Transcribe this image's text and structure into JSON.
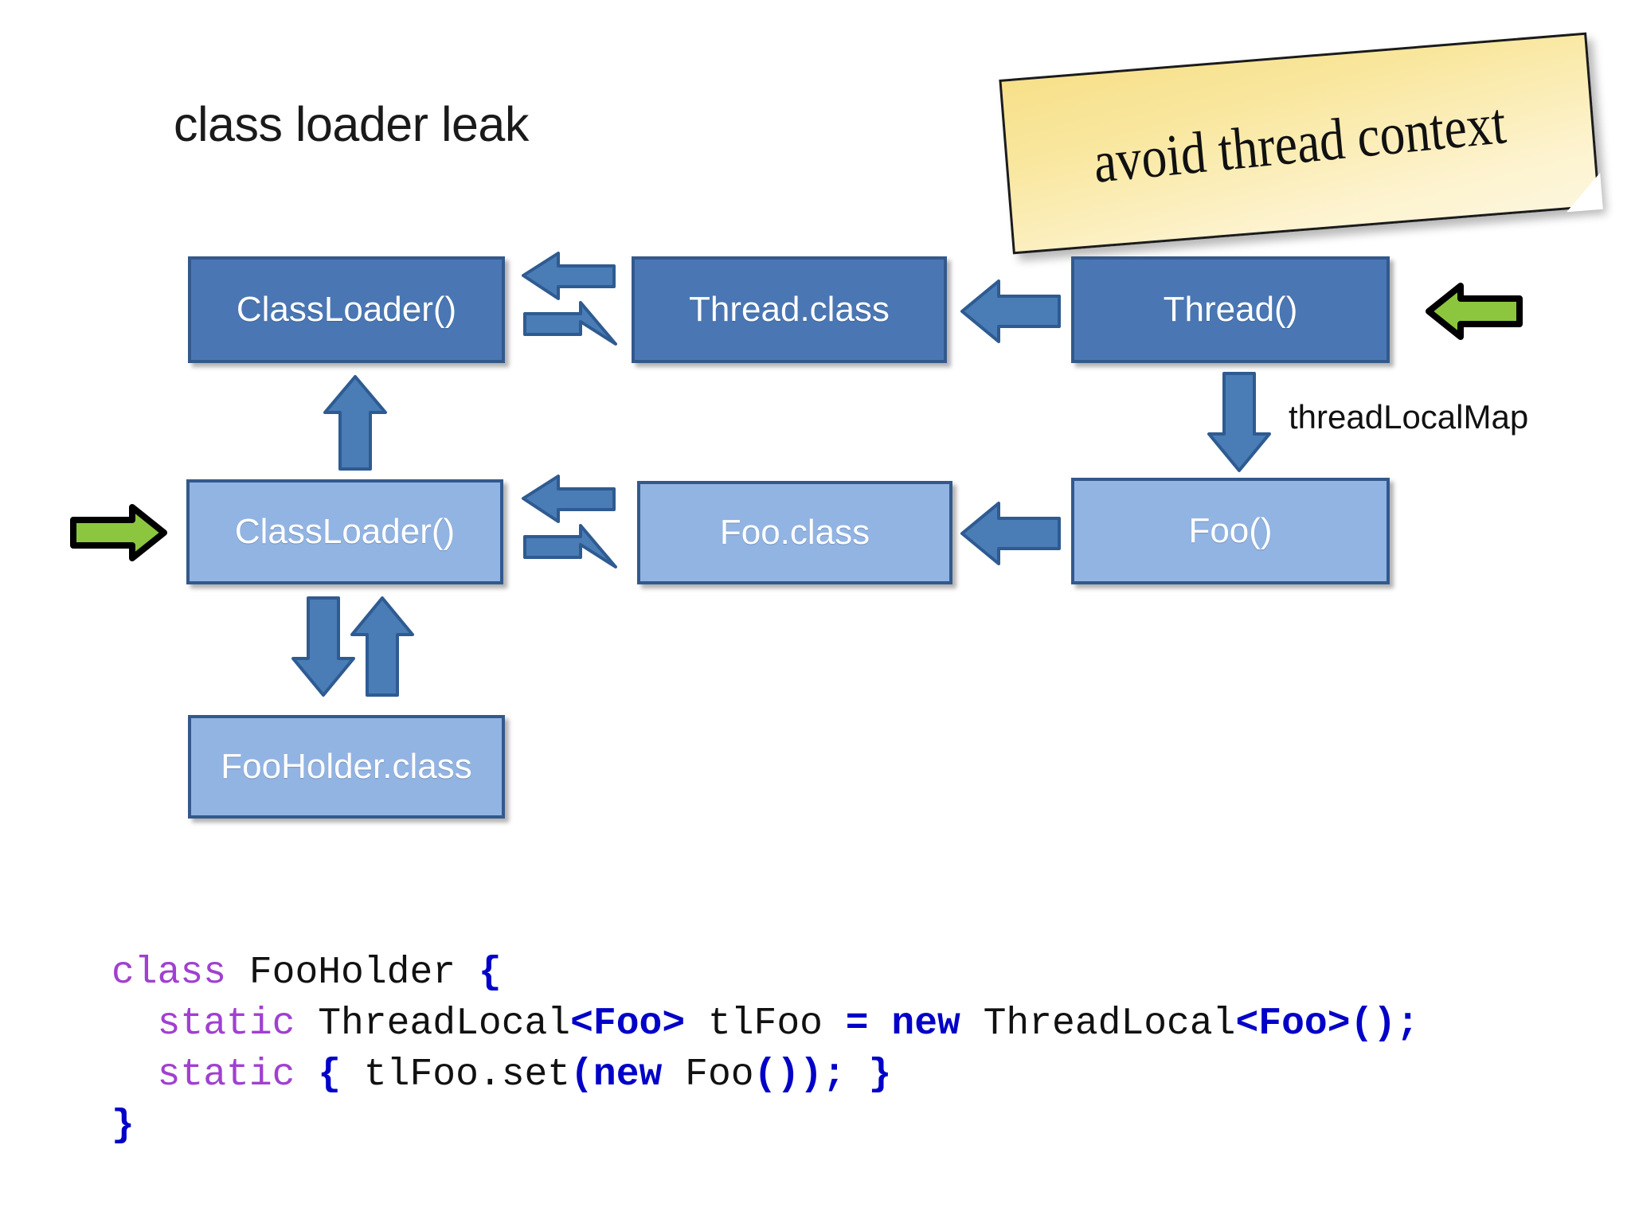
{
  "slide": {
    "title": "class loader leak",
    "sticky_note": "avoid thread context",
    "label_threadlocalmap": "threadLocalMap"
  },
  "colors": {
    "box_dark": "#4a77b4",
    "box_light": "#92b4e3",
    "box_border": "#33598c",
    "arrow_blue": "#4a7cb5",
    "arrow_blue_border": "#2e5b91",
    "arrow_green": "#8cc63f",
    "arrow_green_border": "#000000",
    "sticky_bg": "#f9e79f",
    "keyword": "#a040d0",
    "operator": "#0000c8",
    "text": "#111111"
  },
  "diagram": {
    "boxes": [
      {
        "id": "classloader-top",
        "label": "ClassLoader()",
        "tone": "dark"
      },
      {
        "id": "thread-class",
        "label": "Thread.class",
        "tone": "dark"
      },
      {
        "id": "thread-instance",
        "label": "Thread()",
        "tone": "dark"
      },
      {
        "id": "classloader-bottom",
        "label": "ClassLoader()",
        "tone": "light"
      },
      {
        "id": "foo-class",
        "label": "Foo.class",
        "tone": "light"
      },
      {
        "id": "foo-instance",
        "label": "Foo()",
        "tone": "light"
      },
      {
        "id": "fooholder-class",
        "label": "FooHolder.class",
        "tone": "light"
      }
    ],
    "arrows": [
      {
        "id": "cl-top-to-threadclass",
        "direction": "bidirectional-horizontal",
        "color": "blue"
      },
      {
        "id": "threadclass-from-thread",
        "direction": "left",
        "color": "blue"
      },
      {
        "id": "green-into-thread",
        "direction": "left",
        "color": "green"
      },
      {
        "id": "thread-to-foo",
        "direction": "down",
        "color": "blue",
        "label": "threadLocalMap"
      },
      {
        "id": "cl-bottom-to-cl-top",
        "direction": "up",
        "color": "blue"
      },
      {
        "id": "cl-bottom-to-fooclass",
        "direction": "bidirectional-horizontal",
        "color": "blue"
      },
      {
        "id": "fooclass-from-foo",
        "direction": "left",
        "color": "blue"
      },
      {
        "id": "green-into-classloader",
        "direction": "right",
        "color": "green"
      },
      {
        "id": "cl-bottom-to-fooholder",
        "direction": "bidirectional-vertical",
        "color": "blue"
      }
    ]
  },
  "code": {
    "lines": [
      [
        {
          "t": "class ",
          "c": "kw"
        },
        {
          "t": "FooHolder ",
          "c": "pl"
        },
        {
          "t": "{",
          "c": "op"
        }
      ],
      [
        {
          "t": "  static ",
          "c": "kw"
        },
        {
          "t": "ThreadLocal",
          "c": "pl"
        },
        {
          "t": "<Foo>",
          "c": "op"
        },
        {
          "t": " tlFoo ",
          "c": "pl"
        },
        {
          "t": "= ",
          "c": "op"
        },
        {
          "t": "new ",
          "c": "op"
        },
        {
          "t": "ThreadLocal",
          "c": "pl"
        },
        {
          "t": "<Foo>();",
          "c": "op"
        }
      ],
      [
        {
          "t": "  static ",
          "c": "kw"
        },
        {
          "t": "{",
          "c": "op"
        },
        {
          "t": " tlFoo.set",
          "c": "pl"
        },
        {
          "t": "(new",
          "c": "op"
        },
        {
          "t": " Foo",
          "c": "pl"
        },
        {
          "t": "()); }",
          "c": "op"
        }
      ],
      [
        {
          "t": "}",
          "c": "op"
        }
      ]
    ]
  }
}
